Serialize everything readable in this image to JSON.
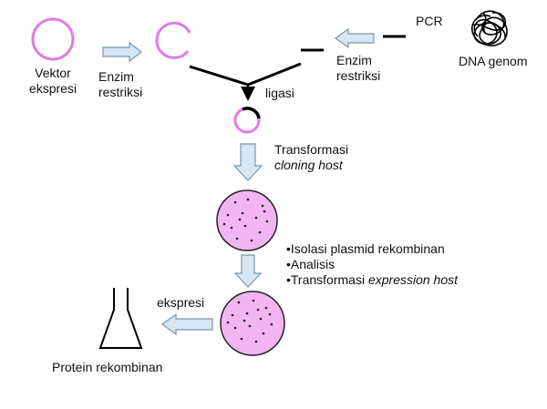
{
  "colors": {
    "plasmid": "#e07be6",
    "colony_fill": "#f2b5f2",
    "colony_stroke": "#222222",
    "arrow_fill": "#d6e6f2",
    "arrow_stroke": "#7f95a6",
    "line": "#000000"
  },
  "labels": {
    "vektor_line1": "Vektor",
    "vektor_line2": "ekspresi",
    "enzim_left_line1": "Enzim",
    "enzim_left_line2": "restriksi",
    "enzim_right_line1": "Enzim",
    "enzim_right_line2": "restriksi",
    "pcr": "PCR",
    "dna_genom": "DNA genom",
    "ligasi": "ligasi",
    "transformasi": "Transformasi",
    "cloning_host": "cloning host",
    "step_isolasi": "•Isolasi plasmid rekombinan",
    "step_analisis": "•Analisis",
    "step_transformasi_prefix": "•Transformasi ",
    "step_transformasi_italic": "expression host",
    "ekspresi": "ekspresi",
    "protein": "Protein rekombinan"
  },
  "icons": {
    "plasmid_vector": "circle",
    "plasmid_cut": "open-circle",
    "recombinant_plasmid": "circle-with-insert",
    "dna_genom": "tangled-dna",
    "colony_plate": "petri-dish",
    "flask": "erlenmeyer-flask"
  }
}
